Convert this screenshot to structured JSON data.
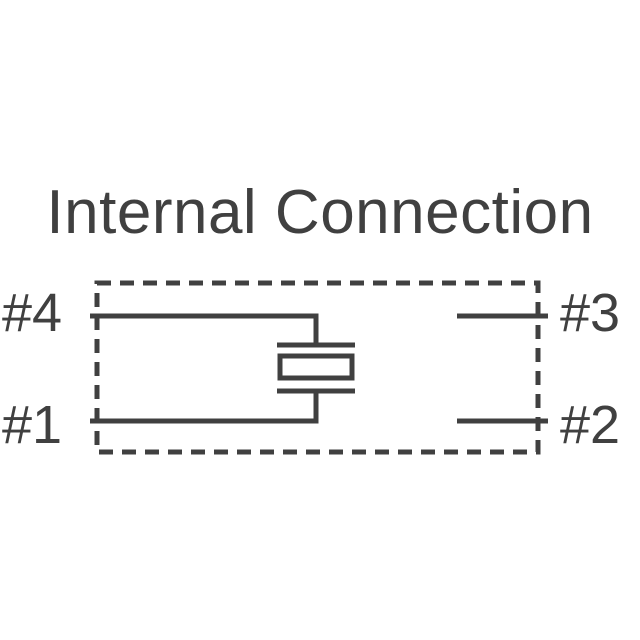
{
  "diagram": {
    "title": "Internal Connection",
    "pins": {
      "pin4": "#4",
      "pin3": "#3",
      "pin1": "#1",
      "pin2": "#2"
    },
    "line_color": "#404040",
    "text_color": "#404040"
  }
}
